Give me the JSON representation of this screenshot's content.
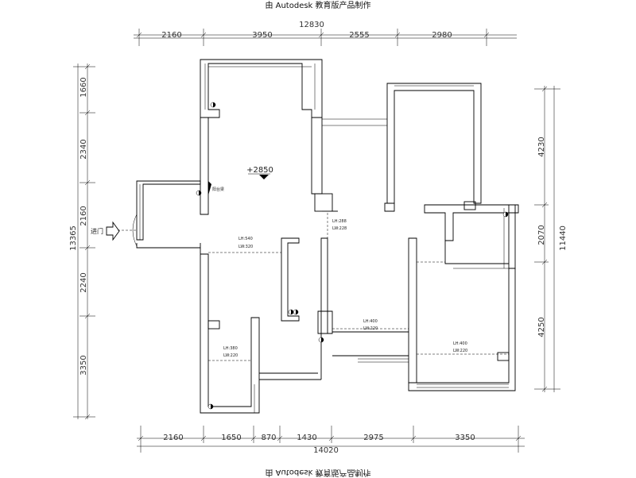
{
  "watermark": {
    "top": "由 Autodesk 教育版产品制作",
    "bottom": "由 Autodesk 教育版产品制作"
  },
  "dimensions": {
    "top_total": "12830",
    "top_segments": [
      "2160",
      "3950",
      "2555",
      "2980"
    ],
    "bottom_total": "14020",
    "bottom_segments": [
      "2160",
      "1650",
      "870",
      "1430",
      "2975",
      "3350"
    ],
    "left_total": "13365",
    "left_segments": [
      "1660",
      "2340",
      "2160",
      "2240",
      "3350"
    ],
    "right_total": "11440",
    "right_segments": [
      "4230",
      "2070",
      "4250"
    ]
  },
  "annotations": {
    "level": "+2850",
    "entrance": "进门",
    "side_label": "阳台梁",
    "beam_1": {
      "lh": "LH:540",
      "lw": "LW:320"
    },
    "beam_2": {
      "lh": "LH:288",
      "lw": "LW:228"
    },
    "beam_3": {
      "lh": "LH:400",
      "lw": "LW:220"
    },
    "beam_4": {
      "lh": "LH:400",
      "lw": "LW:220"
    },
    "beam_5": {
      "lh": "LH:380",
      "lw": "LW:220"
    }
  }
}
